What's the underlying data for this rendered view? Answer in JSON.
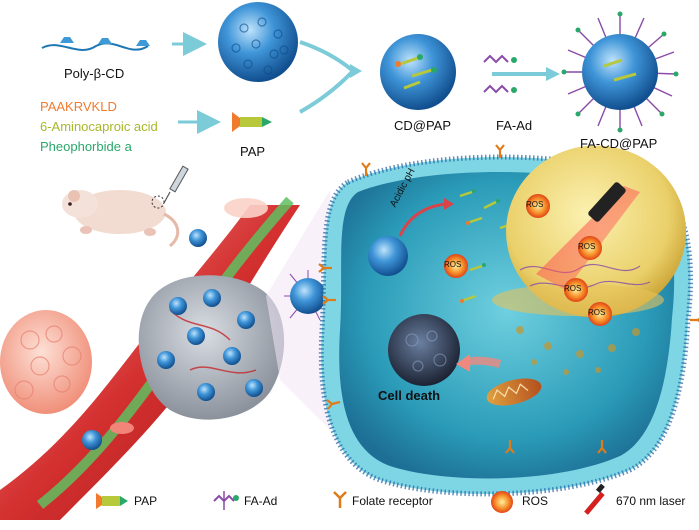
{
  "synthesis": {
    "poly_cd": "Poly-β-CD",
    "peptide": "PAAKRVKLD",
    "linker": "6-Aminocaproic acid",
    "photosensitizer": "Pheophorbide a",
    "pap": "PAP",
    "cd_pap": "CD@PAP",
    "fa_ad": "FA-Ad",
    "fa_cd_pap": "FA-CD@PAP"
  },
  "cell": {
    "acidic": "Acidic pH",
    "ros": "ROS",
    "death": "Cell death"
  },
  "legend": [
    {
      "label": "PAP",
      "icon": "pap-icon"
    },
    {
      "label": "FA-Ad",
      "icon": "fa-ad-icon"
    },
    {
      "label": "Folate receptor",
      "icon": "folate-receptor-icon"
    },
    {
      "label": "ROS",
      "icon": "ros-icon"
    },
    {
      "label": "670 nm laser",
      "icon": "laser-icon"
    }
  ],
  "colors": {
    "peptide": "#f07b2f",
    "linker": "#b7c83a",
    "photosensitizer": "#2aa86a",
    "particle": "#2a7cc6",
    "receptor": "#e07b1a",
    "cell": "#2f8fb0",
    "vessel": "#c8282a",
    "laser": "#d62020"
  }
}
